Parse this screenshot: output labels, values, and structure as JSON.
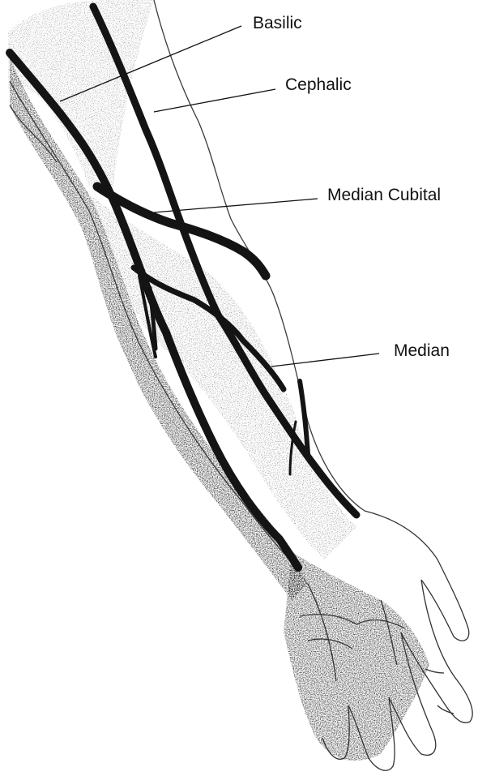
{
  "labels": {
    "basilic": "Basilic",
    "cephalic": "Cephalic",
    "median_cubital": "Median Cubital",
    "median": "Median"
  },
  "colors": {
    "vein": "#141414",
    "outline": "#3a3a3a",
    "skin_shading": "#8a8a8a",
    "background": "#ffffff"
  }
}
